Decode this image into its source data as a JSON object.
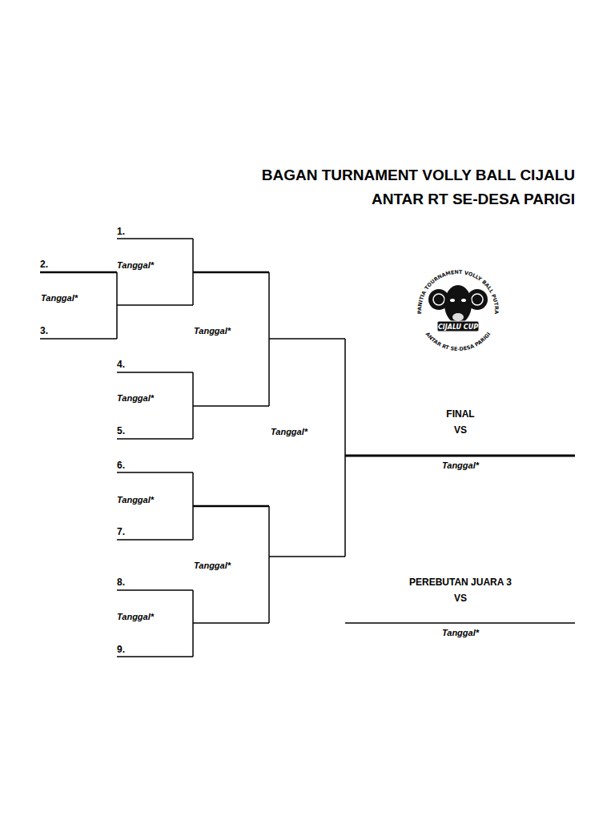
{
  "diagram": {
    "title": "BAGAN TURNAMENT VOLLY BALL CIJALU ANTAR RT SE-DESA PARIGI",
    "labels": [
      "1.",
      "Tanggal*",
      "2.",
      "PANITIA TOURNAMENT VOLLY BALL PUTRA",
      "Tanggal*",
      "CIJALU CUP",
      "3.",
      "Tanggal*",
      "ANTAR RT SE-DESA PARIGI",
      "4.",
      "Tanggal*",
      "FINAL",
      "VS",
      "5.",
      "Tanggal*",
      "Tanggal*",
      "6.",
      "Tanggal*",
      "7.",
      "Tanggal*",
      "8.",
      "PEREBUTAN JUARA 3",
      "VS",
      "Tanggal*",
      "Tanggal*",
      "9."
    ]
  }
}
